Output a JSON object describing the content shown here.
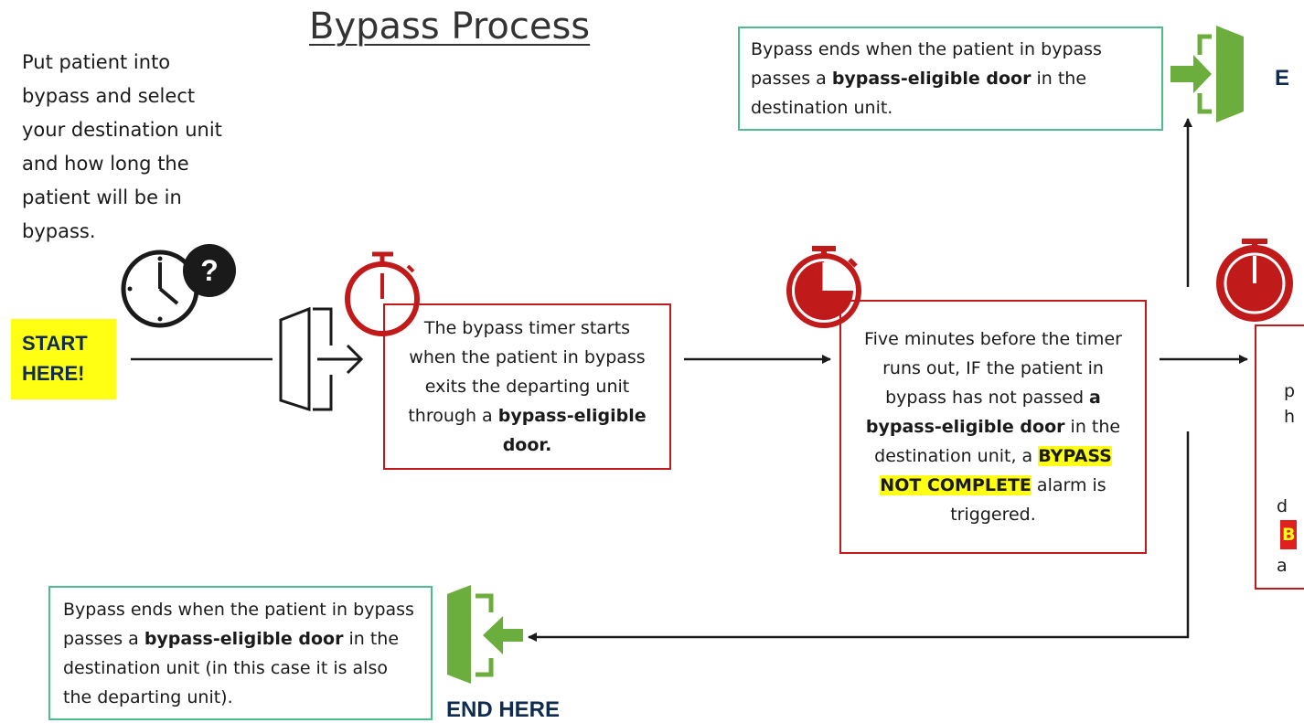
{
  "title": "Bypass Process",
  "intro": "Put patient into bypass and select your destination unit and how long the patient will be in bypass.",
  "start_label_line1": "START",
  "start_label_line2": "HERE!",
  "step1": {
    "text_a": "The bypass timer starts when the patient in bypass exits the departing unit through a ",
    "text_b": "bypass-eligible door."
  },
  "step2": {
    "text_a": "Five minutes before the timer runs out, IF the patient in bypass has not passed ",
    "text_b": "a bypass-eligible door",
    "text_c": " in the destination unit, a ",
    "highlight": "BYPASS NOT COMPLETE",
    "text_d": " alarm is triggered."
  },
  "end_top": {
    "text_a": "Bypass ends when the patient in bypass passes a ",
    "text_b": "bypass-eligible door",
    "text_c": " in the destination unit."
  },
  "end_bottom": {
    "text_a": "Bypass ends when the patient in bypass passes a ",
    "text_b": "bypass-eligible door",
    "text_c": " in the destination unit (in this case it is also the departing unit)."
  },
  "end_here_label": "END HERE",
  "edge_end_label": "E",
  "edge_text": {
    "line1": "p",
    "line2": "h",
    "line3": "d",
    "line4": "B",
    "line5": "a"
  },
  "colors": {
    "red": "#c11a1a",
    "green": "#6cae3e",
    "teal_border": "#4cbd8d",
    "yellow": "#ffff14",
    "navy_text": "#0f2b4f"
  },
  "icons": [
    "clock-icon",
    "question-icon",
    "door-exit-icon",
    "stopwatch-icon",
    "stopwatch-partial-icon",
    "stopwatch-full-icon",
    "door-enter-icon"
  ]
}
